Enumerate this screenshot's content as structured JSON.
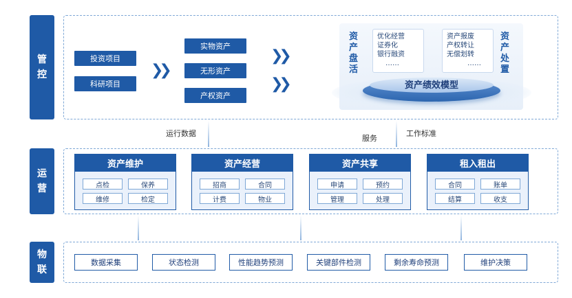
{
  "sections": {
    "control": [
      "管",
      "控"
    ],
    "operation": [
      "运",
      "营"
    ],
    "iot": [
      "物",
      "联"
    ]
  },
  "control": {
    "projects": [
      "投资项目",
      "科研项目"
    ],
    "assets": [
      "实物资产",
      "无形资产",
      "产权资产"
    ],
    "revitalize": {
      "title": [
        "资",
        "产",
        "盘",
        "活"
      ],
      "items": [
        "优化经营",
        "证券化",
        "银行融资",
        "……"
      ]
    },
    "disposal": {
      "title": [
        "资",
        "产",
        "处",
        "置"
      ],
      "items": [
        "资产报废",
        "产权转让",
        "无偿划转",
        "……"
      ]
    },
    "model_label": "资产绩效模型"
  },
  "connectors": {
    "left_label": "运行数据",
    "mid_label": "服务",
    "right_label": "工作标准"
  },
  "operation": {
    "cards": [
      {
        "title": "资产维护",
        "items": [
          "点检",
          "保养",
          "维修",
          "检定"
        ]
      },
      {
        "title": "资产经营",
        "items": [
          "招商",
          "合同",
          "计费",
          "物业"
        ]
      },
      {
        "title": "资产共享",
        "items": [
          "申请",
          "预约",
          "管理",
          "处理"
        ]
      },
      {
        "title": "租入租出",
        "items": [
          "合同",
          "账单",
          "结算",
          "收支"
        ]
      }
    ]
  },
  "iot": {
    "items": [
      "数据采集",
      "状态检测",
      "性能趋势预测",
      "关键部件检测",
      "剩余寿命预测",
      "维护决策"
    ]
  },
  "colors": {
    "primary": "#1f5aa6",
    "dashed": "#7da7d6",
    "card_bg": "#eaf1fb"
  }
}
